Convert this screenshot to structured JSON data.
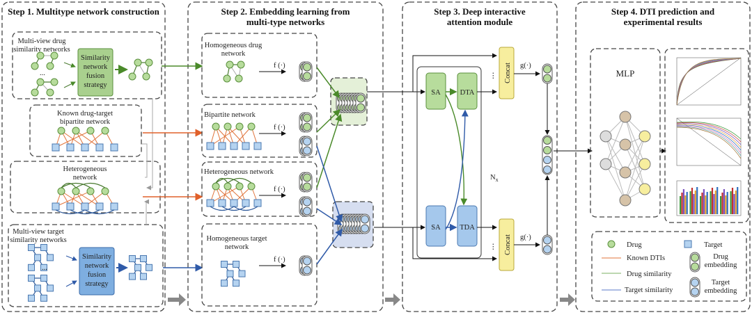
{
  "steps": {
    "step1": {
      "title": "Step 1. Multitype network construction"
    },
    "step2": {
      "title_line1": "Step 2. Embedding learning from",
      "title_line2": "multi-type networks"
    },
    "step3": {
      "title_line1": "Step 3. Deep interactive",
      "title_line2": "attention module"
    },
    "step4": {
      "title_line1": "Step 4. DTI prediction and",
      "title_line2": "experimental results"
    }
  },
  "step1": {
    "drug_sim": {
      "label_line1": "Multi-view drug",
      "label_line2": "similarity networks",
      "ellipsis": "...",
      "fusion_line1": "Similarity",
      "fusion_line2": "network",
      "fusion_line3": "fusion",
      "fusion_line4": "strategy"
    },
    "bipartite": {
      "label_line1": "Known drug-target",
      "label_line2": "bipartite network"
    },
    "heterogeneous": {
      "label_line1": "Heterogeneous",
      "label_line2": "network"
    },
    "target_sim": {
      "label_line1": "Multi-view target",
      "label_line2": "similarity networks",
      "ellipsis": "...",
      "fusion_line1": "Similarity",
      "fusion_line2": "network",
      "fusion_line3": "fusion",
      "fusion_line4": "strategy"
    }
  },
  "step2": {
    "homo_drug": {
      "label_line1": "Homogeneous drug",
      "label_line2": "network",
      "func": "f (·)"
    },
    "bipartite": {
      "label": "Bipartite network",
      "func": "f (·)"
    },
    "heterogeneous": {
      "label": "Heterogeneous network",
      "func": "f (·)"
    },
    "homo_target": {
      "label_line1": "Homogeneous target",
      "label_line2": "network",
      "func": "f (·)"
    }
  },
  "step3": {
    "sa": "SA",
    "dta": "DTA",
    "tda": "TDA",
    "concat": "Concat",
    "g": "g(·)",
    "nx": "N",
    "nx_sub": "x",
    "ellipsis": "⋮"
  },
  "step4": {
    "mlp": "MLP"
  },
  "legend": {
    "drug": "Drug",
    "target": "Target",
    "known_dtis": "Known DTIs",
    "drug_similarity": "Drug similarity",
    "target_similarity": "Target similarity",
    "drug_embedding_line1": "Drug",
    "drug_embedding_line2": "embedding",
    "target_embedding_line1": "Target",
    "target_embedding_line2": "embedding"
  },
  "colors": {
    "drug": "#b7dc9c",
    "target": "#b5d3f0",
    "known_dti": "#e0733a",
    "drug_similarity": "#4a7a30",
    "target_similarity": "#2f5a9a",
    "concat": "#f7ee9e",
    "fusion_drug": "#a9d08e",
    "fusion_target": "#7eaee0"
  }
}
